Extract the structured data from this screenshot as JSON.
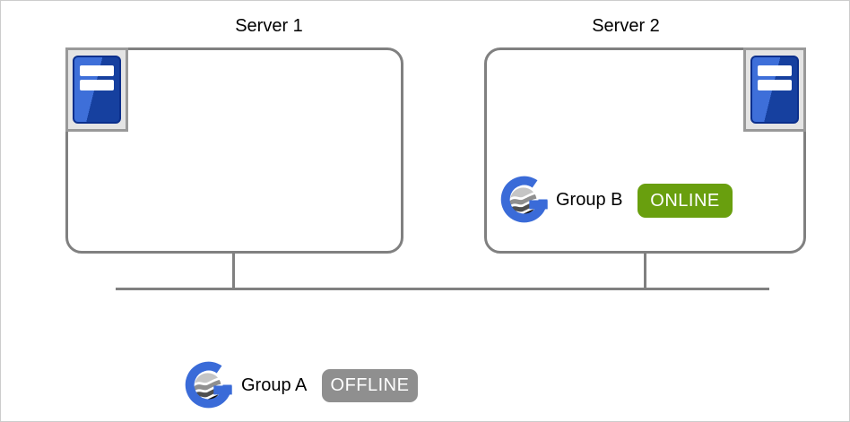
{
  "servers": [
    {
      "title": "Server 1"
    },
    {
      "title": "Server 2"
    }
  ],
  "groups": [
    {
      "label": "Group A",
      "status": "OFFLINE",
      "status_color": "#8f8f8f"
    },
    {
      "label": "Group B",
      "status": "ONLINE",
      "status_color": "#699f0e"
    }
  ],
  "icons": {
    "server": "tower-server-icon",
    "group": "cluster-group-globe-icon"
  },
  "colors": {
    "box_border": "#808080",
    "network_line": "#808080",
    "icon_frame_bg": "#e4e4e4",
    "icon_frame_border": "#999999",
    "tower_blue_light": "#3e6fd9",
    "tower_blue_dark": "#16409f",
    "tower_outline": "#0b2f8c",
    "logo_blue": "#3a6bd8",
    "online_green": "#699f0e",
    "offline_gray": "#8f8f8f",
    "canvas_border": "#cccccc"
  }
}
